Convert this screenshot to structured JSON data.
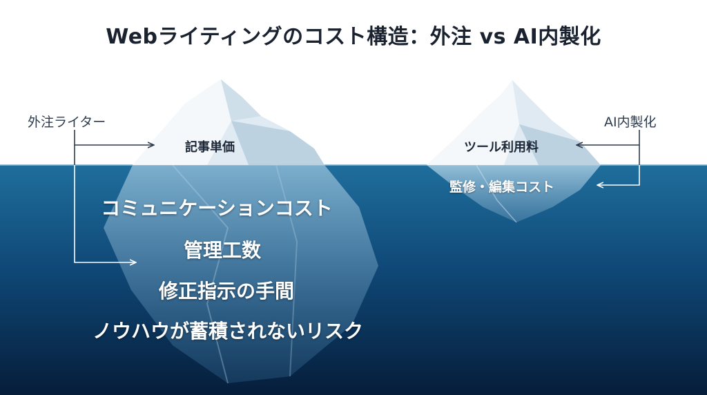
{
  "title": "Webライティングのコスト構造：外注 vs AI内製化",
  "outsourcing": {
    "label": "外注ライター",
    "above": "記事単価",
    "below": [
      "コミュニケーションコスト",
      "管理工数",
      "修正指示の手間",
      "ノウハウが蓄積されないリスク"
    ]
  },
  "ai_inhouse": {
    "label": "AI内製化",
    "above": "ツール利用料",
    "below": "監修・編集コスト"
  }
}
